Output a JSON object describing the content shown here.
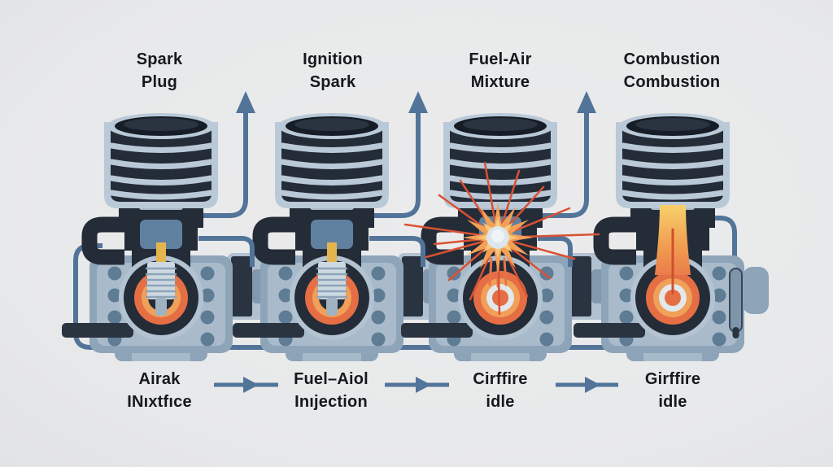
{
  "diagram": {
    "type": "engine-combustion-stages-illustration",
    "labels": {
      "top": [
        "Spark\nPlug",
        "Ignition\nSpark",
        "Fuel-Air\nMixture",
        "Combustion\nCombustion"
      ],
      "bottom": [
        "Airak\nINıxtfıce",
        "Fuel–Aiol\nInıjection",
        "Cirffire\nidle",
        "Girffire\nidle"
      ]
    },
    "icons": {
      "up_arrow": "↑",
      "right_arrow": "→"
    },
    "stage_count": 4
  },
  "colors": {
    "background": "#e9eaea",
    "text": "#15181c",
    "dark_navy": "#242c38",
    "dark_navy2": "#2a3340",
    "dark_inner": "#161d26",
    "steel_light": "#b9c9d8",
    "collar": "#a9b9c7",
    "block_outer": "#8ea4b9",
    "block_inner": "#a9bbca",
    "bolt": "#5f7c95",
    "pedestal": "#8ca3b8",
    "pedestal_inner": "#a7bac9",
    "chamber_ring": "#b3c3d2",
    "orange": "#e56e44",
    "orange_light": "#f0a058",
    "pale": "#e3e8ec",
    "plug_steel": "#60809f",
    "plug_tip": "#9fb3c2",
    "yellow": "#e5b54d",
    "thread": "#ccd9e3",
    "thread_ridge": "#8fa3b6",
    "pipe": "#527499",
    "shaft": "#8298ad",
    "backplate": "#b2c1cf",
    "spark_ray": "#d85233",
    "spark_mid": "#f3a056",
    "spark_in": "#f8c87c",
    "spark_core": "#dde6ec",
    "spark_core2": "#f0f4f6",
    "flame_vein": "#cf4f2c",
    "streak": "#e8734a",
    "capsule": "#7e95aa",
    "flame_top": "#f6d06b",
    "flame_bot": "#e9764a"
  }
}
